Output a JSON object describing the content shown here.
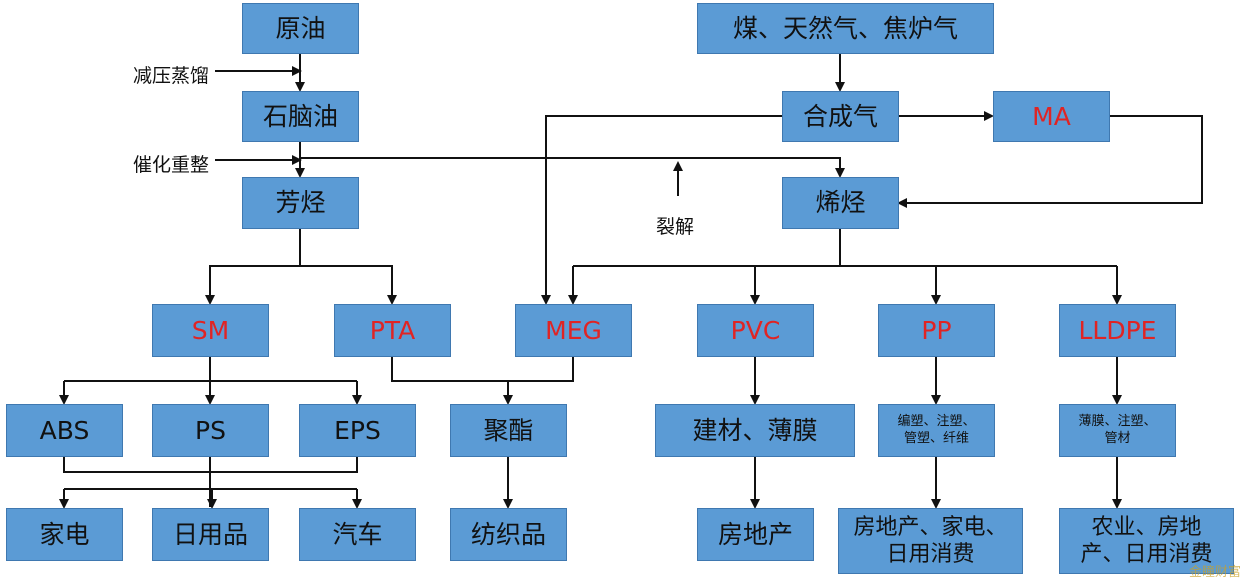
{
  "nodes": {
    "crude_oil": "原油",
    "coal_gas": "煤、天然气、焦炉气",
    "naphtha": "石脑油",
    "syngas": "合成气",
    "ma": "MA",
    "aromatics": "芳烃",
    "olefins": "烯烃",
    "sm": "SM",
    "pta": "PTA",
    "meg": "MEG",
    "pvc": "PVC",
    "pp": "PP",
    "lldpe": "LLDPE",
    "abs": "ABS",
    "ps": "PS",
    "eps": "EPS",
    "polyester": "聚酯",
    "building": "建材、薄膜",
    "pp_uses": "编塑、注塑、管塑、纤维",
    "lldpe_uses": "薄膜、注塑、管材",
    "appliances": "家电",
    "daily": "日用品",
    "auto": "汽车",
    "textiles": "纺织品",
    "real_estate": "房地产",
    "pp_end": "房地产、家电、日用消费",
    "lldpe_end": "农业、房地产、日用消费"
  },
  "labels": {
    "vacuum": "减压蒸馏",
    "reforming": "催化重整",
    "cracking": "裂解"
  },
  "watermark": "金瞳财富",
  "colors": {
    "box": "#5b9bd5",
    "highlight": "#e02424"
  }
}
